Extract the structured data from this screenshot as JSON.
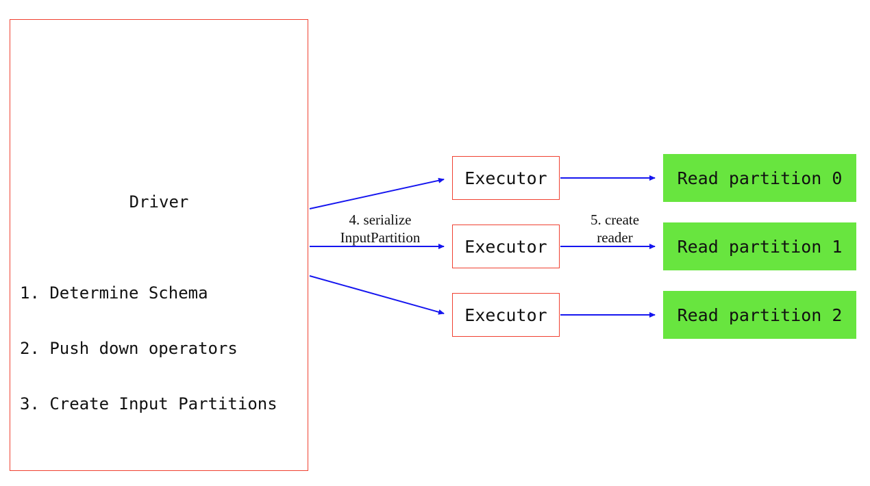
{
  "diagram": {
    "driver": {
      "title": "Driver",
      "steps": {
        "0": "1. Determine Schema",
        "1": "2. Push down operators",
        "2": "3. Create Input Partitions"
      }
    },
    "executors": [
      {
        "label": "Executor"
      },
      {
        "label": "Executor"
      },
      {
        "label": "Executor"
      }
    ],
    "partitions": [
      {
        "label": "Read partition 0"
      },
      {
        "label": "Read partition 1"
      },
      {
        "label": "Read partition 2"
      }
    ],
    "edge_labels": {
      "serialize_line1": "4. serialize",
      "serialize_line2": "InputPartition",
      "reader_line1": "5. create",
      "reader_line2": "reader"
    },
    "colors": {
      "box_border": "#f04030",
      "arrow": "#1515ef",
      "partition_fill": "#68e53f"
    }
  }
}
